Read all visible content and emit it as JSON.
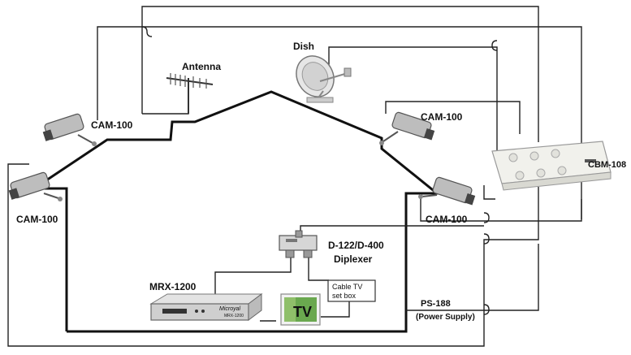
{
  "labels": {
    "antenna": "Antenna",
    "dish": "Dish",
    "cam_top_left": "CAM-100",
    "cam_bottom_left": "CAM-100",
    "cam_top_right": "CAM-100",
    "cam_bottom_right": "CAM-100",
    "cbm": "CBM-108",
    "diplexer_model": "D-122/D-400",
    "diplexer_name": "Diplexer",
    "mrx": "MRX-1200",
    "cable_box_line1": "Cable TV",
    "cable_box_line2": "set box",
    "tv": "TV",
    "ps_model": "PS-188",
    "ps_name": "(Power Supply)",
    "mrx_brand": "Microyal",
    "mrx_sub": "MRX-1200"
  },
  "colors": {
    "line": "#222222",
    "house": "#111111",
    "device_body": "#cfcfcf",
    "tv_screen": "#6aa84f"
  },
  "icons": [
    "antenna-icon",
    "dish-icon",
    "camera-icon",
    "cbm-unit-icon",
    "diplexer-icon",
    "receiver-icon",
    "tv-icon",
    "cable-box-icon"
  ]
}
